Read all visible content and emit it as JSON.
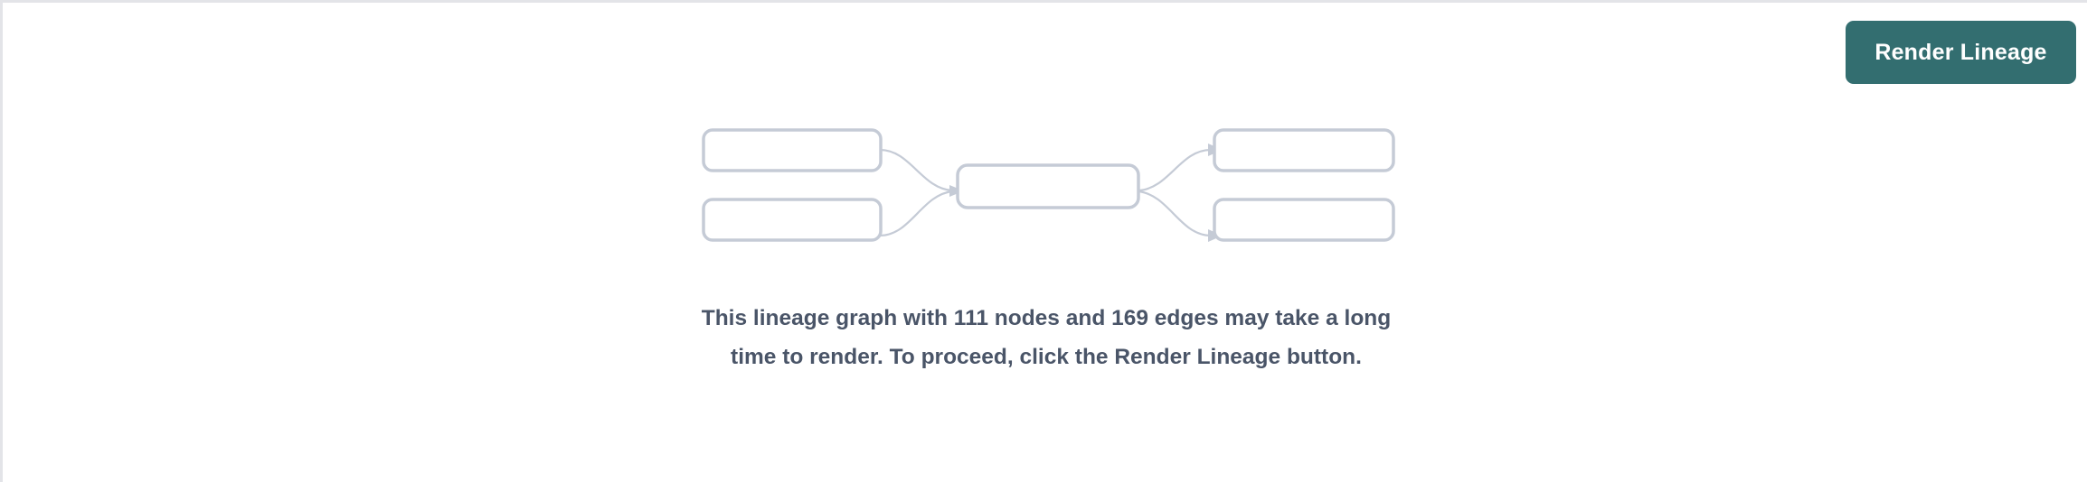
{
  "theme": {
    "page_background": "#ffffff",
    "border_color": "#e3e4e8",
    "accent_color": "#336e70",
    "accent_text_color": "#ffffff",
    "message_text_color": "#4a5568",
    "placeholder_node_stroke": "#c5cbd6",
    "placeholder_node_fill": "#ffffff"
  },
  "toolbar": {
    "render_lineage_label": "Render Lineage"
  },
  "empty_state": {
    "message": "This lineage graph with 111 nodes and 169 edges may take a long time to render. To proceed, click the Render Lineage button.",
    "node_count": 111,
    "edge_count": 169
  },
  "placeholder_graph": {
    "description": "decorative lineage diagram placeholder",
    "nodes": [
      {
        "id": "upstream-1",
        "column": "left",
        "label": ""
      },
      {
        "id": "upstream-2",
        "column": "left",
        "label": ""
      },
      {
        "id": "focus",
        "column": "center",
        "label": ""
      },
      {
        "id": "downstream-1",
        "column": "right",
        "label": ""
      },
      {
        "id": "downstream-2",
        "column": "right",
        "label": ""
      }
    ],
    "edges": [
      {
        "from": "upstream-1",
        "to": "focus"
      },
      {
        "from": "upstream-2",
        "to": "focus"
      },
      {
        "from": "focus",
        "to": "downstream-1"
      },
      {
        "from": "focus",
        "to": "downstream-2"
      }
    ]
  }
}
